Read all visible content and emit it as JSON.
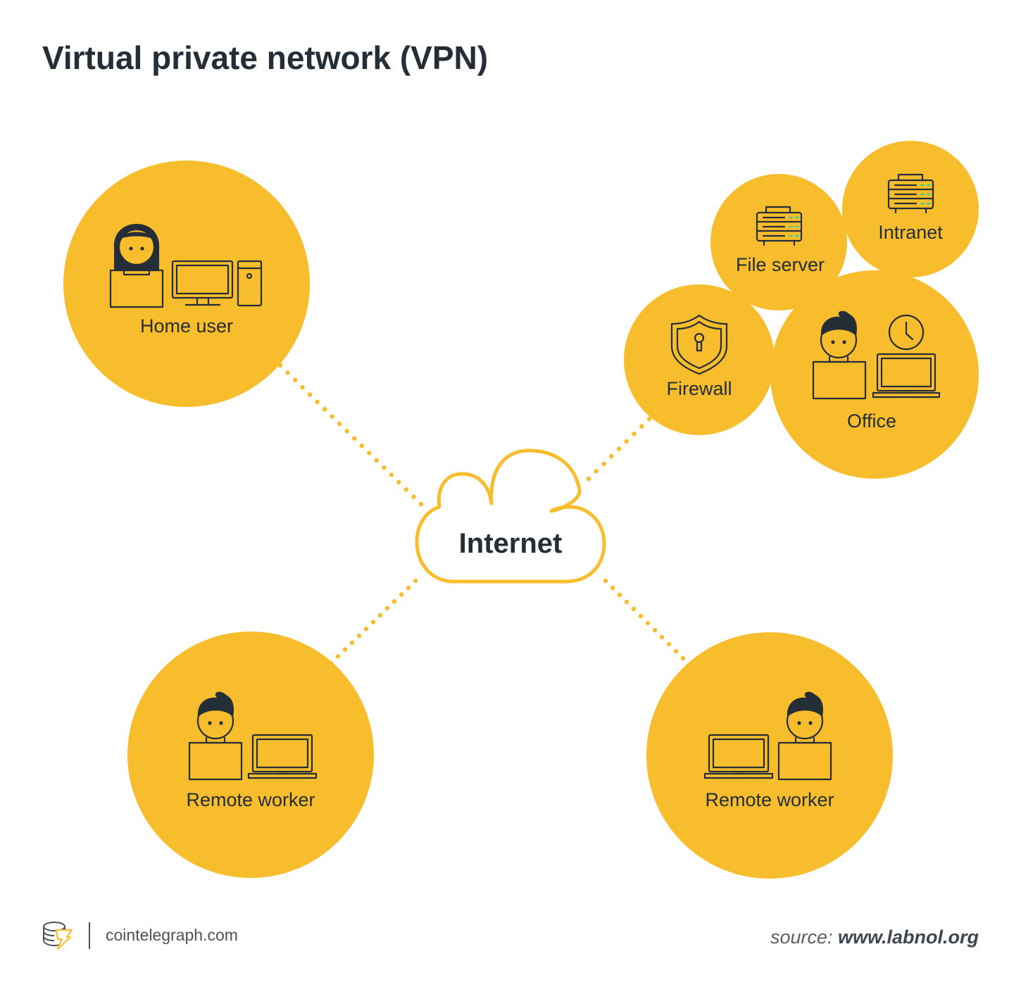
{
  "title": "Virtual private network (VPN)",
  "cloud": {
    "label": "Internet"
  },
  "nodes": {
    "home_user": {
      "label": "Home user"
    },
    "file_server": {
      "label": "File server"
    },
    "intranet": {
      "label": "Intranet"
    },
    "firewall": {
      "label": "Firewall"
    },
    "office": {
      "label": "Office"
    },
    "remote_worker_left": {
      "label": "Remote worker"
    },
    "remote_worker_right": {
      "label": "Remote worker"
    }
  },
  "footer": {
    "brand": "cointelegraph.com",
    "source_prefix": "source:",
    "source_url": "www.labnol.org"
  },
  "colors": {
    "accent": "#f8bd2c",
    "ink": "#252d36",
    "status_green": "#3fd08a",
    "background": "#ffffff"
  }
}
